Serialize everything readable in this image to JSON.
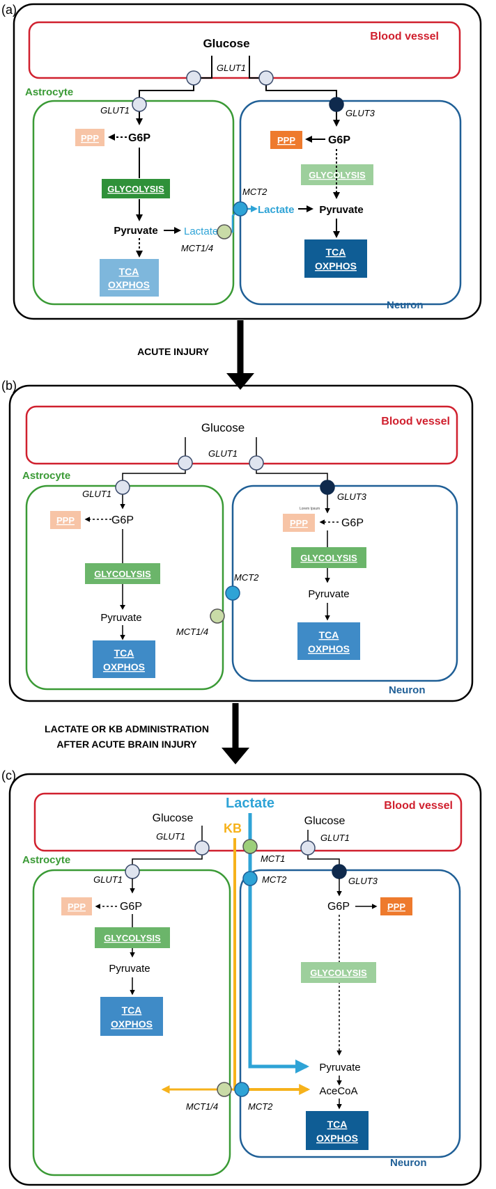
{
  "panels": {
    "a": {
      "letter": "(a)",
      "blood_vessel": "Blood vessel",
      "glucose": "Glucose",
      "glut1_vessel": "GLUT1",
      "astrocyte": "Astrocyte",
      "glut1_astro": "GLUT1",
      "ppp_astro": "PPP",
      "g6p_astro": "G6P",
      "glycolysis_astro": "GLYCOLYSIS",
      "pyruvate_astro": "Pyruvate",
      "lactate_astro": "Lactate",
      "mct14": "MCT1/4",
      "tca_astro_1": "TCA",
      "tca_astro_2": "OXPHOS",
      "glut3": "GLUT3",
      "ppp_neuron": "PPP",
      "g6p_neuron": "G6P",
      "glycolysis_neuron": "GLYCOLYSIS",
      "mct2": "MCT2",
      "lactate_neuron": "Lactate",
      "pyruvate_neuron": "Pyruvate",
      "tca_neuron_1": "TCA",
      "tca_neuron_2": "OXPHOS",
      "neuron": "Neuron"
    },
    "b": {
      "letter": "(b)",
      "blood_vessel": "Blood vessel",
      "glucose": "Glucose",
      "glut1_vessel": "GLUT1",
      "astrocyte": "Astrocyte",
      "glut1_astro": "GLUT1",
      "ppp_astro": "PPP",
      "g6p_astro": "G6P",
      "glycolysis_astro": "GLYCOLYSIS",
      "pyruvate_astro": "Pyruvate",
      "tca_astro_1": "TCA",
      "tca_astro_2": "OXPHOS",
      "mct14": "MCT1/4",
      "mct2": "MCT2",
      "glut3": "GLUT3",
      "placeholder": "Lorem Ipsum",
      "ppp_neuron": "PPP",
      "g6p_neuron": "G6P",
      "glycolysis_neuron": "GLYCOLYSIS",
      "pyruvate_neuron": "Pyruvate",
      "tca_neuron_1": "TCA",
      "tca_neuron_2": "OXPHOS",
      "neuron": "Neuron"
    },
    "c": {
      "letter": "(c)",
      "blood_vessel": "Blood vessel",
      "lactate": "Lactate",
      "kb": "KB",
      "glucose_left": "Glucose",
      "glucose_right": "Glucose",
      "glut1_left": "GLUT1",
      "glut1_right": "GLUT1",
      "mct1": "MCT1",
      "mct2_top": "MCT2",
      "astrocyte": "Astrocyte",
      "glut1_astro": "GLUT1",
      "ppp_astro": "PPP",
      "g6p_astro": "G6P",
      "glycolysis_astro": "GLYCOLYSIS",
      "pyruvate_astro": "Pyruvate",
      "tca_astro_1": "TCA",
      "tca_astro_2": "OXPHOS",
      "mct14": "MCT1/4",
      "mct2_bottom": "MCT2",
      "glut3": "GLUT3",
      "g6p_neuron": "G6P",
      "ppp_neuron": "PPP",
      "glycolysis_neuron": "GLYCOLYSIS",
      "pyruvate_neuron": "Pyruvate",
      "acecoa": "AceCoA",
      "tca_neuron_1": "TCA",
      "tca_neuron_2": "OXPHOS",
      "neuron": "Neuron"
    }
  },
  "transitions": {
    "acute_injury": "ACUTE INJURY",
    "admin_line1": "LACTATE OR KB ADMINISTRATION",
    "admin_line2": "AFTER ACUTE BRAIN INJURY"
  },
  "colors": {
    "vessel_red": "#d0202e",
    "astro_green": "#3a9a35",
    "neuron_blue": "#1f5f96",
    "lactate_blue": "#2ea3d6",
    "kb_yellow": "#f6b21b",
    "transporter_light": "#dfe4ef",
    "transporter_dark": "#0f2a4d",
    "mct14_fill": "#c9dba7",
    "mct2_fill": "#2ea3d6",
    "ppp_pale": "#f7c4a6",
    "ppp_orange": "#ee7a2d",
    "glyc_dark": "#2f9139",
    "glyc_mid": "#6bb56a",
    "glyc_pale": "#9dcf9c",
    "tca_pale": "#7eb7dc",
    "tca_mid": "#3f8bc7",
    "tca_dark": "#0f5d95"
  }
}
